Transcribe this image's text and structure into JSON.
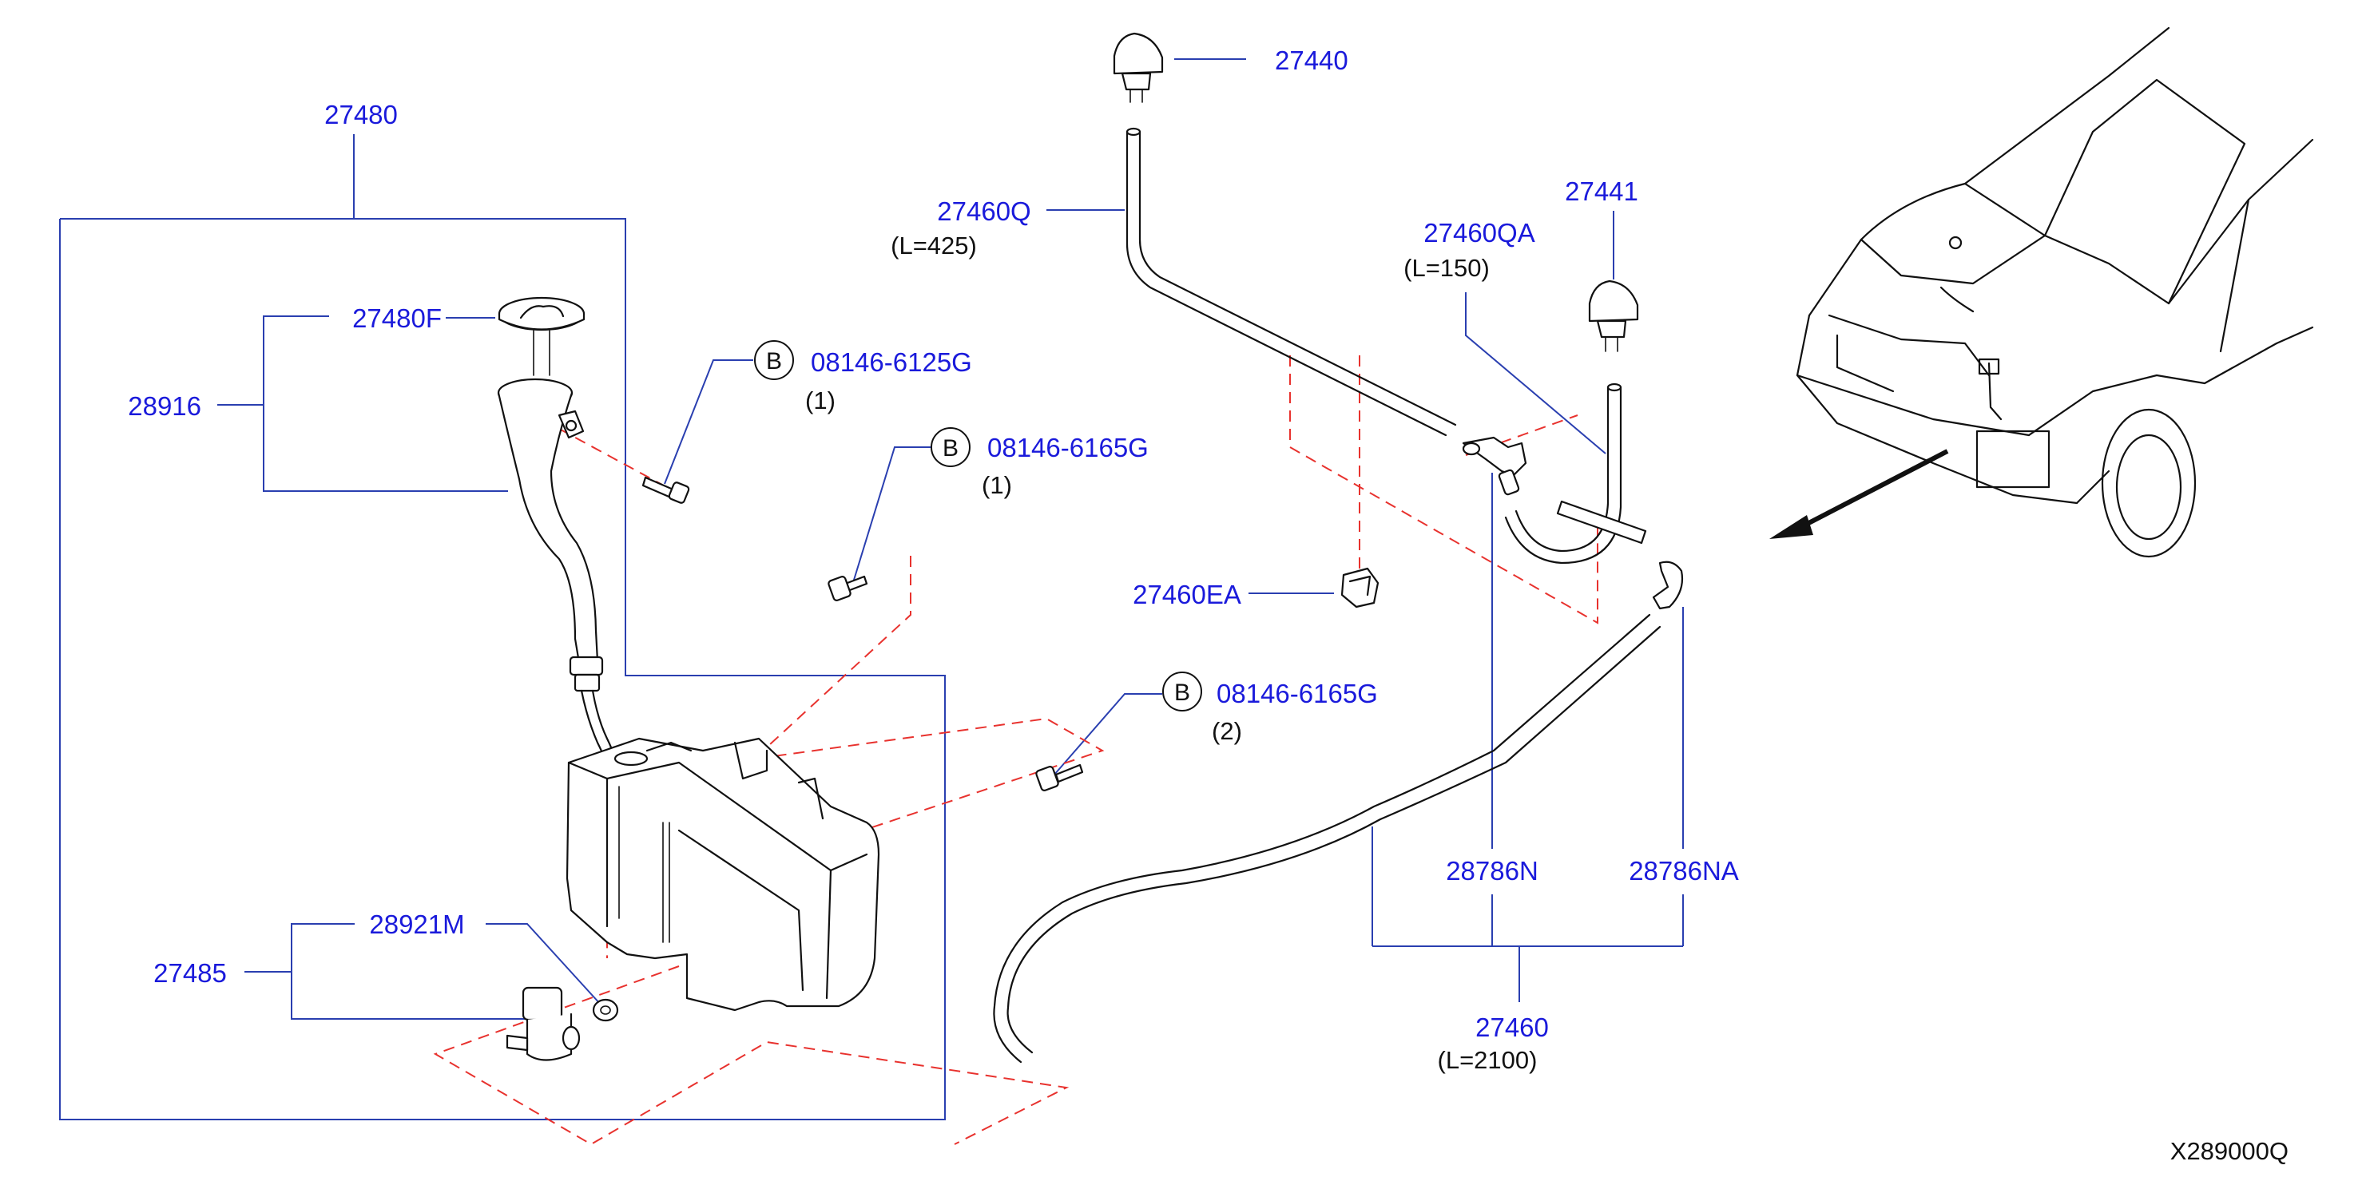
{
  "parts": {
    "p27480": "27480",
    "p27480F": "27480F",
    "p28916": "28916",
    "p08146_6125G": "08146-6125G",
    "p08146_6125G_qty": "(1)",
    "p08146_6165G_a": "08146-6165G",
    "p08146_6165G_a_qty": "(1)",
    "p08146_6165G_b": "08146-6165G",
    "p08146_6165G_b_qty": "(2)",
    "p27440": "27440",
    "p27460Q": "27460Q",
    "p27460Q_len": "(L=425)",
    "p27460QA": "27460QA",
    "p27460QA_len": "(L=150)",
    "p27441": "27441",
    "p27460EA": "27460EA",
    "p28786N": "28786N",
    "p28786NA": "28786NA",
    "p27460": "27460",
    "p27460_len": "(L=2100)",
    "p28921M": "28921M",
    "p27485": "27485"
  },
  "bolt_symbol": "B",
  "reference_code": "X289000Q",
  "colors": {
    "label": "#1a1adb",
    "leader": "#2a3fb0",
    "dashed_guide": "#e8322e",
    "drawing": "#111111"
  }
}
